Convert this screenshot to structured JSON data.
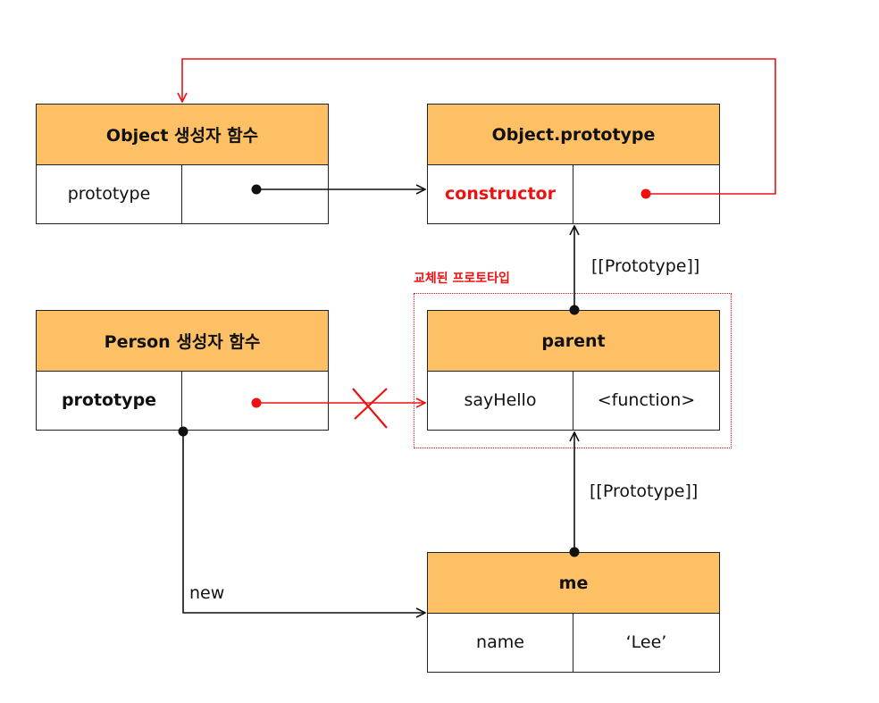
{
  "boxes": {
    "object_ctor": {
      "title": "Object 생성자 함수",
      "key": "prototype",
      "value": ""
    },
    "object_proto": {
      "title": "Object.prototype",
      "key": "constructor",
      "value": ""
    },
    "person_ctor": {
      "title": "Person 생성자 함수",
      "key": "prototype",
      "value": ""
    },
    "parent": {
      "title": "parent",
      "key": "sayHello",
      "value": "<function>"
    },
    "me": {
      "title": "me",
      "key": "name",
      "value": "‘Lee’"
    }
  },
  "labels": {
    "proto_link_1": "[[Prototype]]",
    "proto_link_2": "[[Prototype]]",
    "replaced_prototype": "교체된 프로토타입",
    "new": "new"
  },
  "colors": {
    "header_fill": "#fdc064",
    "highlight": "#e11111",
    "line": "#111111"
  }
}
